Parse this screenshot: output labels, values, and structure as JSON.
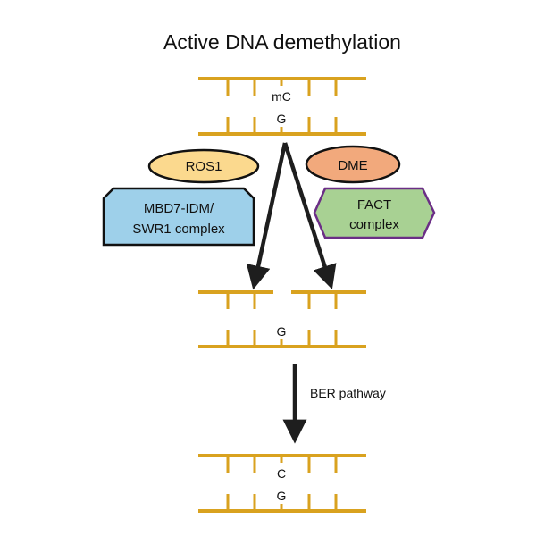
{
  "title": "Active DNA demethylation",
  "colors": {
    "dna": "#D9A21F",
    "ros1_fill": "#FBD98E",
    "dme_fill": "#F2A97C",
    "mbd7_fill": "#9ED0EA",
    "fact_fill": "#A8D193",
    "fact_border": "#6B2E86",
    "outline": "#111111",
    "arrow": "#1e1e1e"
  },
  "dna_states": [
    {
      "id": "methylated",
      "top_base": "mC",
      "bottom_base": "G",
      "top_strand_nicked": false
    },
    {
      "id": "excised",
      "top_base": "",
      "bottom_base": "G",
      "top_strand_nicked": true
    },
    {
      "id": "repaired",
      "top_base": "C",
      "bottom_base": "G",
      "top_strand_nicked": false
    }
  ],
  "enzymes": {
    "ros1": "ROS1",
    "dme": "DME"
  },
  "complexes": {
    "mbd7_line1": "MBD7-IDM/",
    "mbd7_line2": "SWR1 complex",
    "fact_line1": "FACT",
    "fact_line2": "complex"
  },
  "steps": {
    "ber": "BER pathway"
  }
}
